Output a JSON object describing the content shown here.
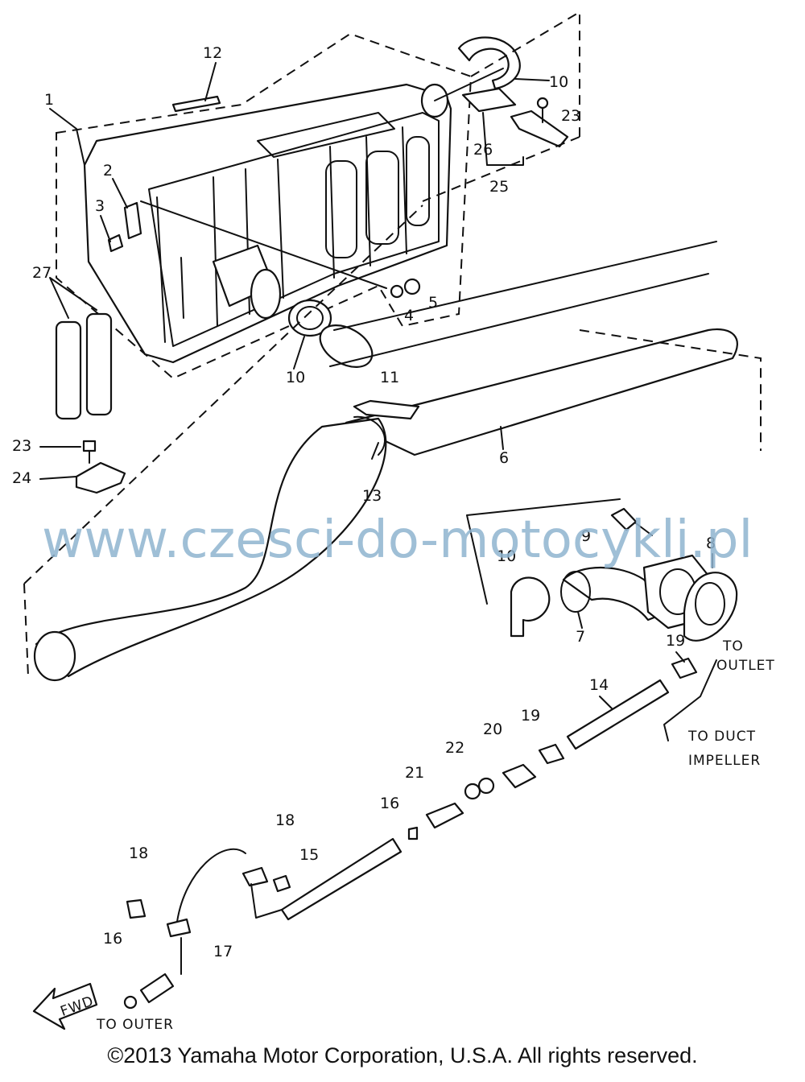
{
  "callouts": [
    "1",
    "2",
    "3",
    "4",
    "5",
    "6",
    "7",
    "8",
    "9",
    "10",
    "11",
    "12",
    "13",
    "14",
    "15",
    "16",
    "17",
    "18",
    "19",
    "20",
    "21",
    "22",
    "23",
    "24",
    "25",
    "26",
    "27"
  ],
  "notes": {
    "to_outlet_1": "TO",
    "to_outlet_2": "OUTLET",
    "to_duct_1": "TO DUCT",
    "to_duct_2": "IMPELLER",
    "to_outer": "TO OUTER",
    "fwd": "FWD"
  },
  "watermark": "www.czesci-do-motocykli.pl",
  "copyright": "©2013 Yamaha Motor Corporation, U.S.A. All rights reserved."
}
